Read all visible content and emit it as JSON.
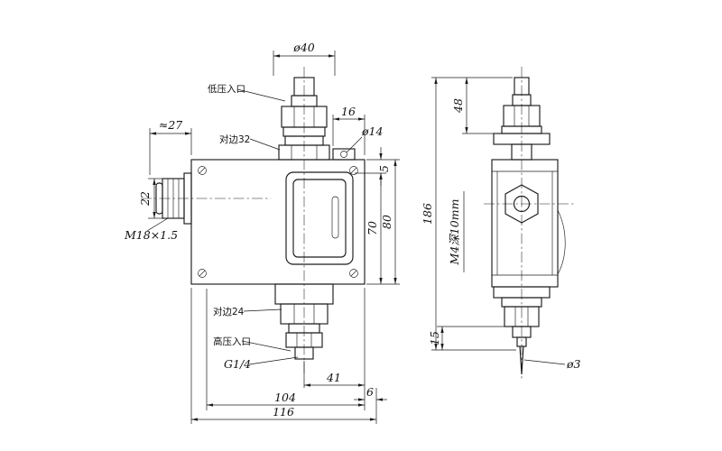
{
  "page": {
    "background": "#ffffff",
    "line_color": "#1b1b1b",
    "description": "Pressure switch dimensional drawing, front and side views"
  },
  "front_view": {
    "labels": {
      "dia40": "ø40",
      "low_pressure_inlet": "低压入口",
      "across_flats_32": "对边32",
      "approx_27": "≈27",
      "dim_22": "22",
      "thread_m18": "M18×1.5",
      "dim_16": "16",
      "dia14": "ø14",
      "dim_5": "5",
      "dim_70": "70",
      "dim_80": "80",
      "across_flats_24": "对边24",
      "high_pressure_inlet": "高压入口",
      "thread_g14": "G1/4",
      "dim_41": "41",
      "dim_6": "6",
      "dim_104": "104",
      "dim_116": "116"
    }
  },
  "side_view": {
    "labels": {
      "dim_186": "186",
      "dim_48": "48",
      "thread_m4": "M4深10mm",
      "dim_15": "15",
      "dia3": "ø3"
    }
  }
}
